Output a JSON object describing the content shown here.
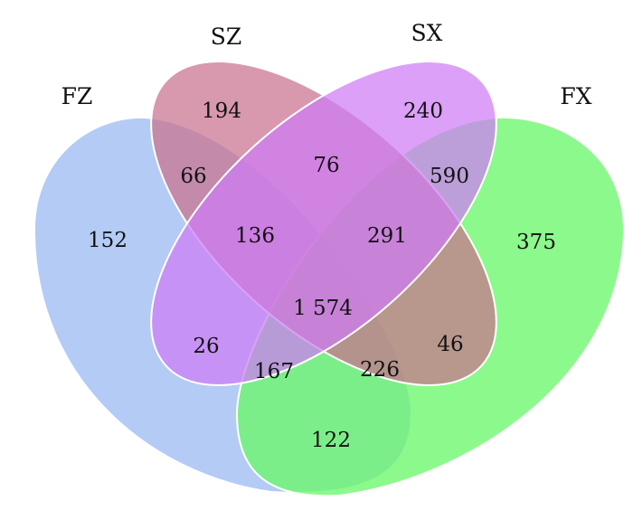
{
  "venn": {
    "sets": [
      {
        "name": "FZ",
        "color": "#9DBDF2"
      },
      {
        "name": "SZ",
        "color": "#C9708E"
      },
      {
        "name": "SX",
        "color": "#CE7CF5"
      },
      {
        "name": "FX",
        "color": "#6CF76B"
      }
    ],
    "regions": {
      "fz_only": "152",
      "sz_only": "194",
      "sx_only": "240",
      "fx_only": "375",
      "fz_sz": "66",
      "sz_sx": "76",
      "sx_fx": "590",
      "fz_sz_sx": "136",
      "sz_sx_fx": "291",
      "all_four": "1 574",
      "fz_sx": "26",
      "sz_fx": "46",
      "fz_sx_fx": "167",
      "fz_sz_fx": "226",
      "fz_fx": "122"
    }
  }
}
